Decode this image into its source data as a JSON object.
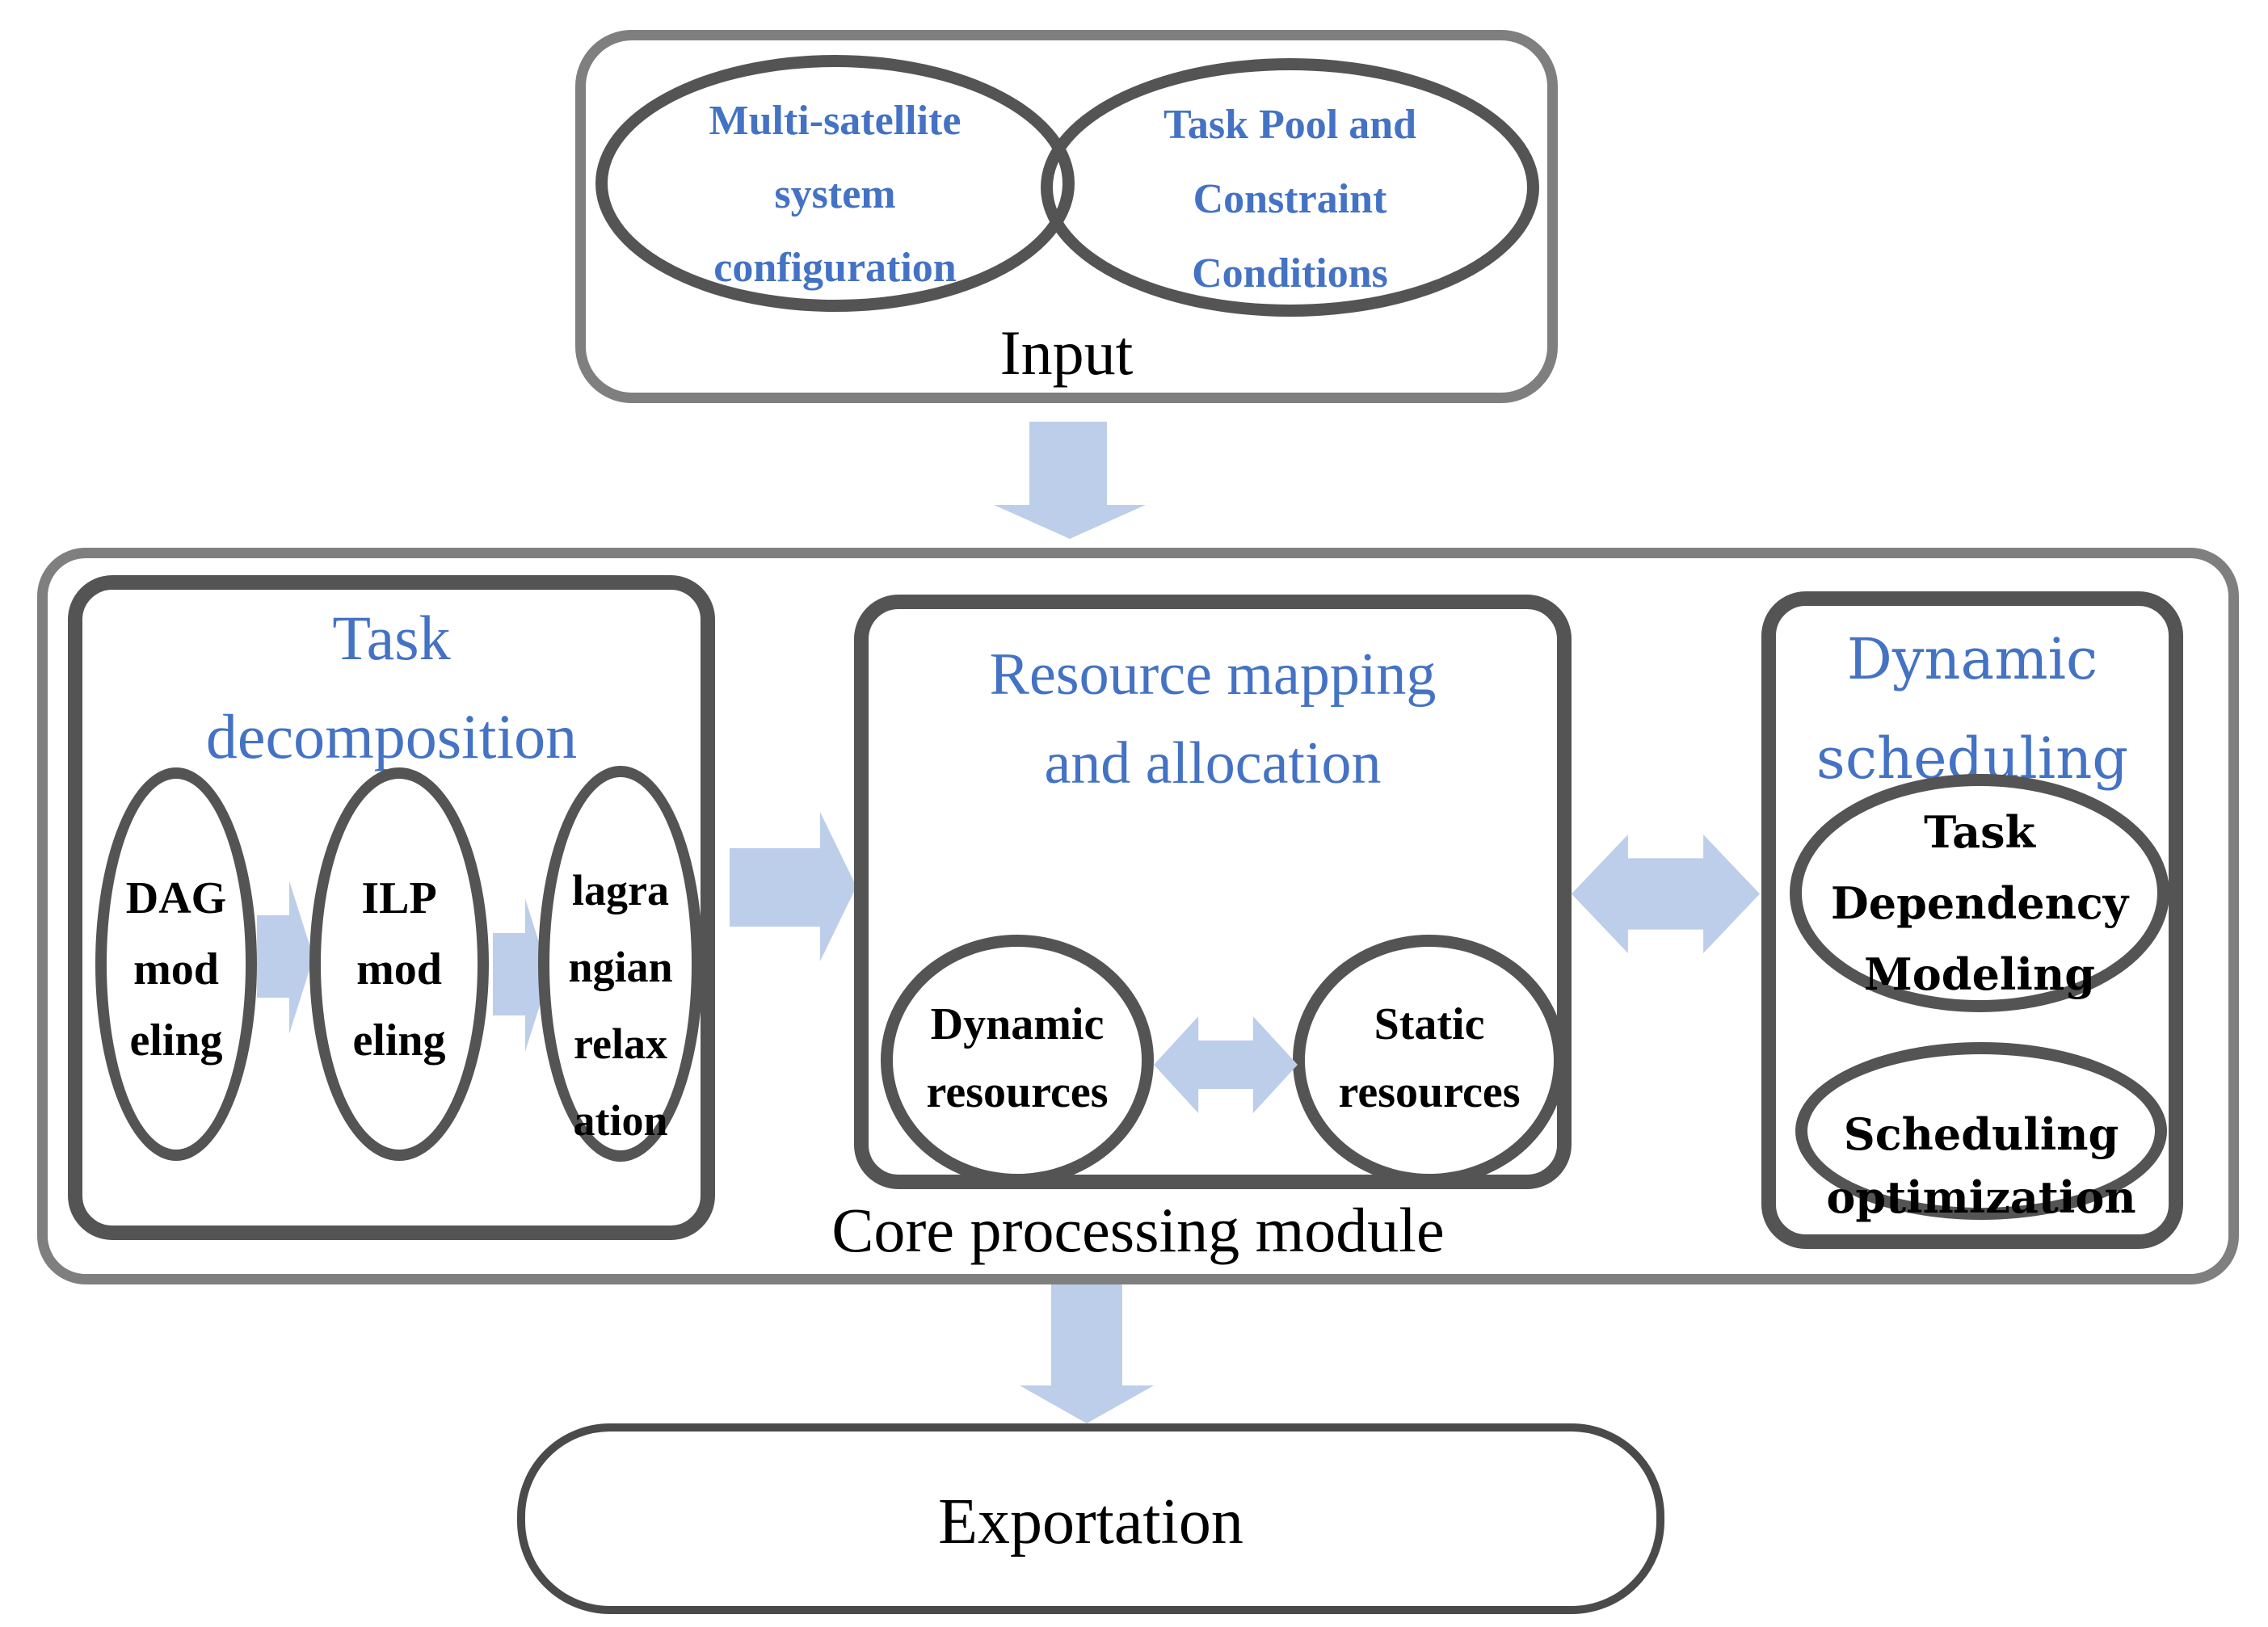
{
  "colors": {
    "blue": "#4472C4",
    "arrow": "#BDCEEA",
    "dark": "#545454",
    "gray": "#7F7F7F",
    "exp": "#4A4A4A"
  },
  "input": {
    "label": "Input",
    "ellipse1_lines": [
      "Multi-satellite",
      "system",
      "configuration"
    ],
    "ellipse2_lines": [
      "Task Pool and",
      "Constraint",
      "Conditions"
    ]
  },
  "core": {
    "label": "Core processing module",
    "task_decomposition": {
      "title_lines": [
        "Task",
        "decomposition"
      ],
      "ellipse1_lines": [
        "DAG",
        "mod",
        "eling"
      ],
      "ellipse2_lines": [
        "ILP",
        "mod",
        "eling"
      ],
      "ellipse3_lines": [
        "lagra",
        "ngian",
        "relax",
        "ation"
      ]
    },
    "resource_mapping": {
      "title_lines": [
        "Resource mapping",
        "and allocation"
      ],
      "circle1_lines": [
        "Dynamic",
        "resources"
      ],
      "circle2_lines": [
        "Static",
        "resources"
      ]
    },
    "dynamic_scheduling": {
      "title_lines": [
        "Dynamic",
        "scheduling"
      ],
      "ellipse1_lines": [
        "Task",
        "Dependency",
        "Modeling"
      ],
      "ellipse2_lines": [
        "Scheduling",
        "optimization"
      ]
    }
  },
  "exportation": {
    "label": "Exportation"
  }
}
